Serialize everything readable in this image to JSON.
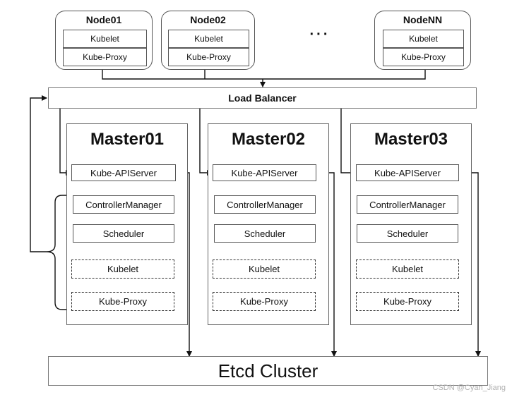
{
  "nodes": [
    {
      "title": "Node01",
      "items": [
        "Kubelet",
        "Kube-Proxy"
      ]
    },
    {
      "title": "Node02",
      "items": [
        "Kubelet",
        "Kube-Proxy"
      ]
    },
    {
      "title": "NodeNN",
      "items": [
        "Kubelet",
        "Kube-Proxy"
      ]
    }
  ],
  "ellipsis": "···",
  "load_balancer": "Load Balancer",
  "masters": [
    {
      "title": "Master01",
      "components": [
        "Kube-APIServer",
        "ControllerManager",
        "Scheduler"
      ],
      "dashed_components": [
        "Kubelet",
        "Kube-Proxy"
      ]
    },
    {
      "title": "Master02",
      "components": [
        "Kube-APIServer",
        "ControllerManager",
        "Scheduler"
      ],
      "dashed_components": [
        "Kubelet",
        "Kube-Proxy"
      ]
    },
    {
      "title": "Master03",
      "components": [
        "Kube-APIServer",
        "ControllerManager",
        "Scheduler"
      ],
      "dashed_components": [
        "Kubelet",
        "Kube-Proxy"
      ]
    }
  ],
  "etcd": "Etcd Cluster",
  "watermark": "CSDN @Cyan_Jiang"
}
